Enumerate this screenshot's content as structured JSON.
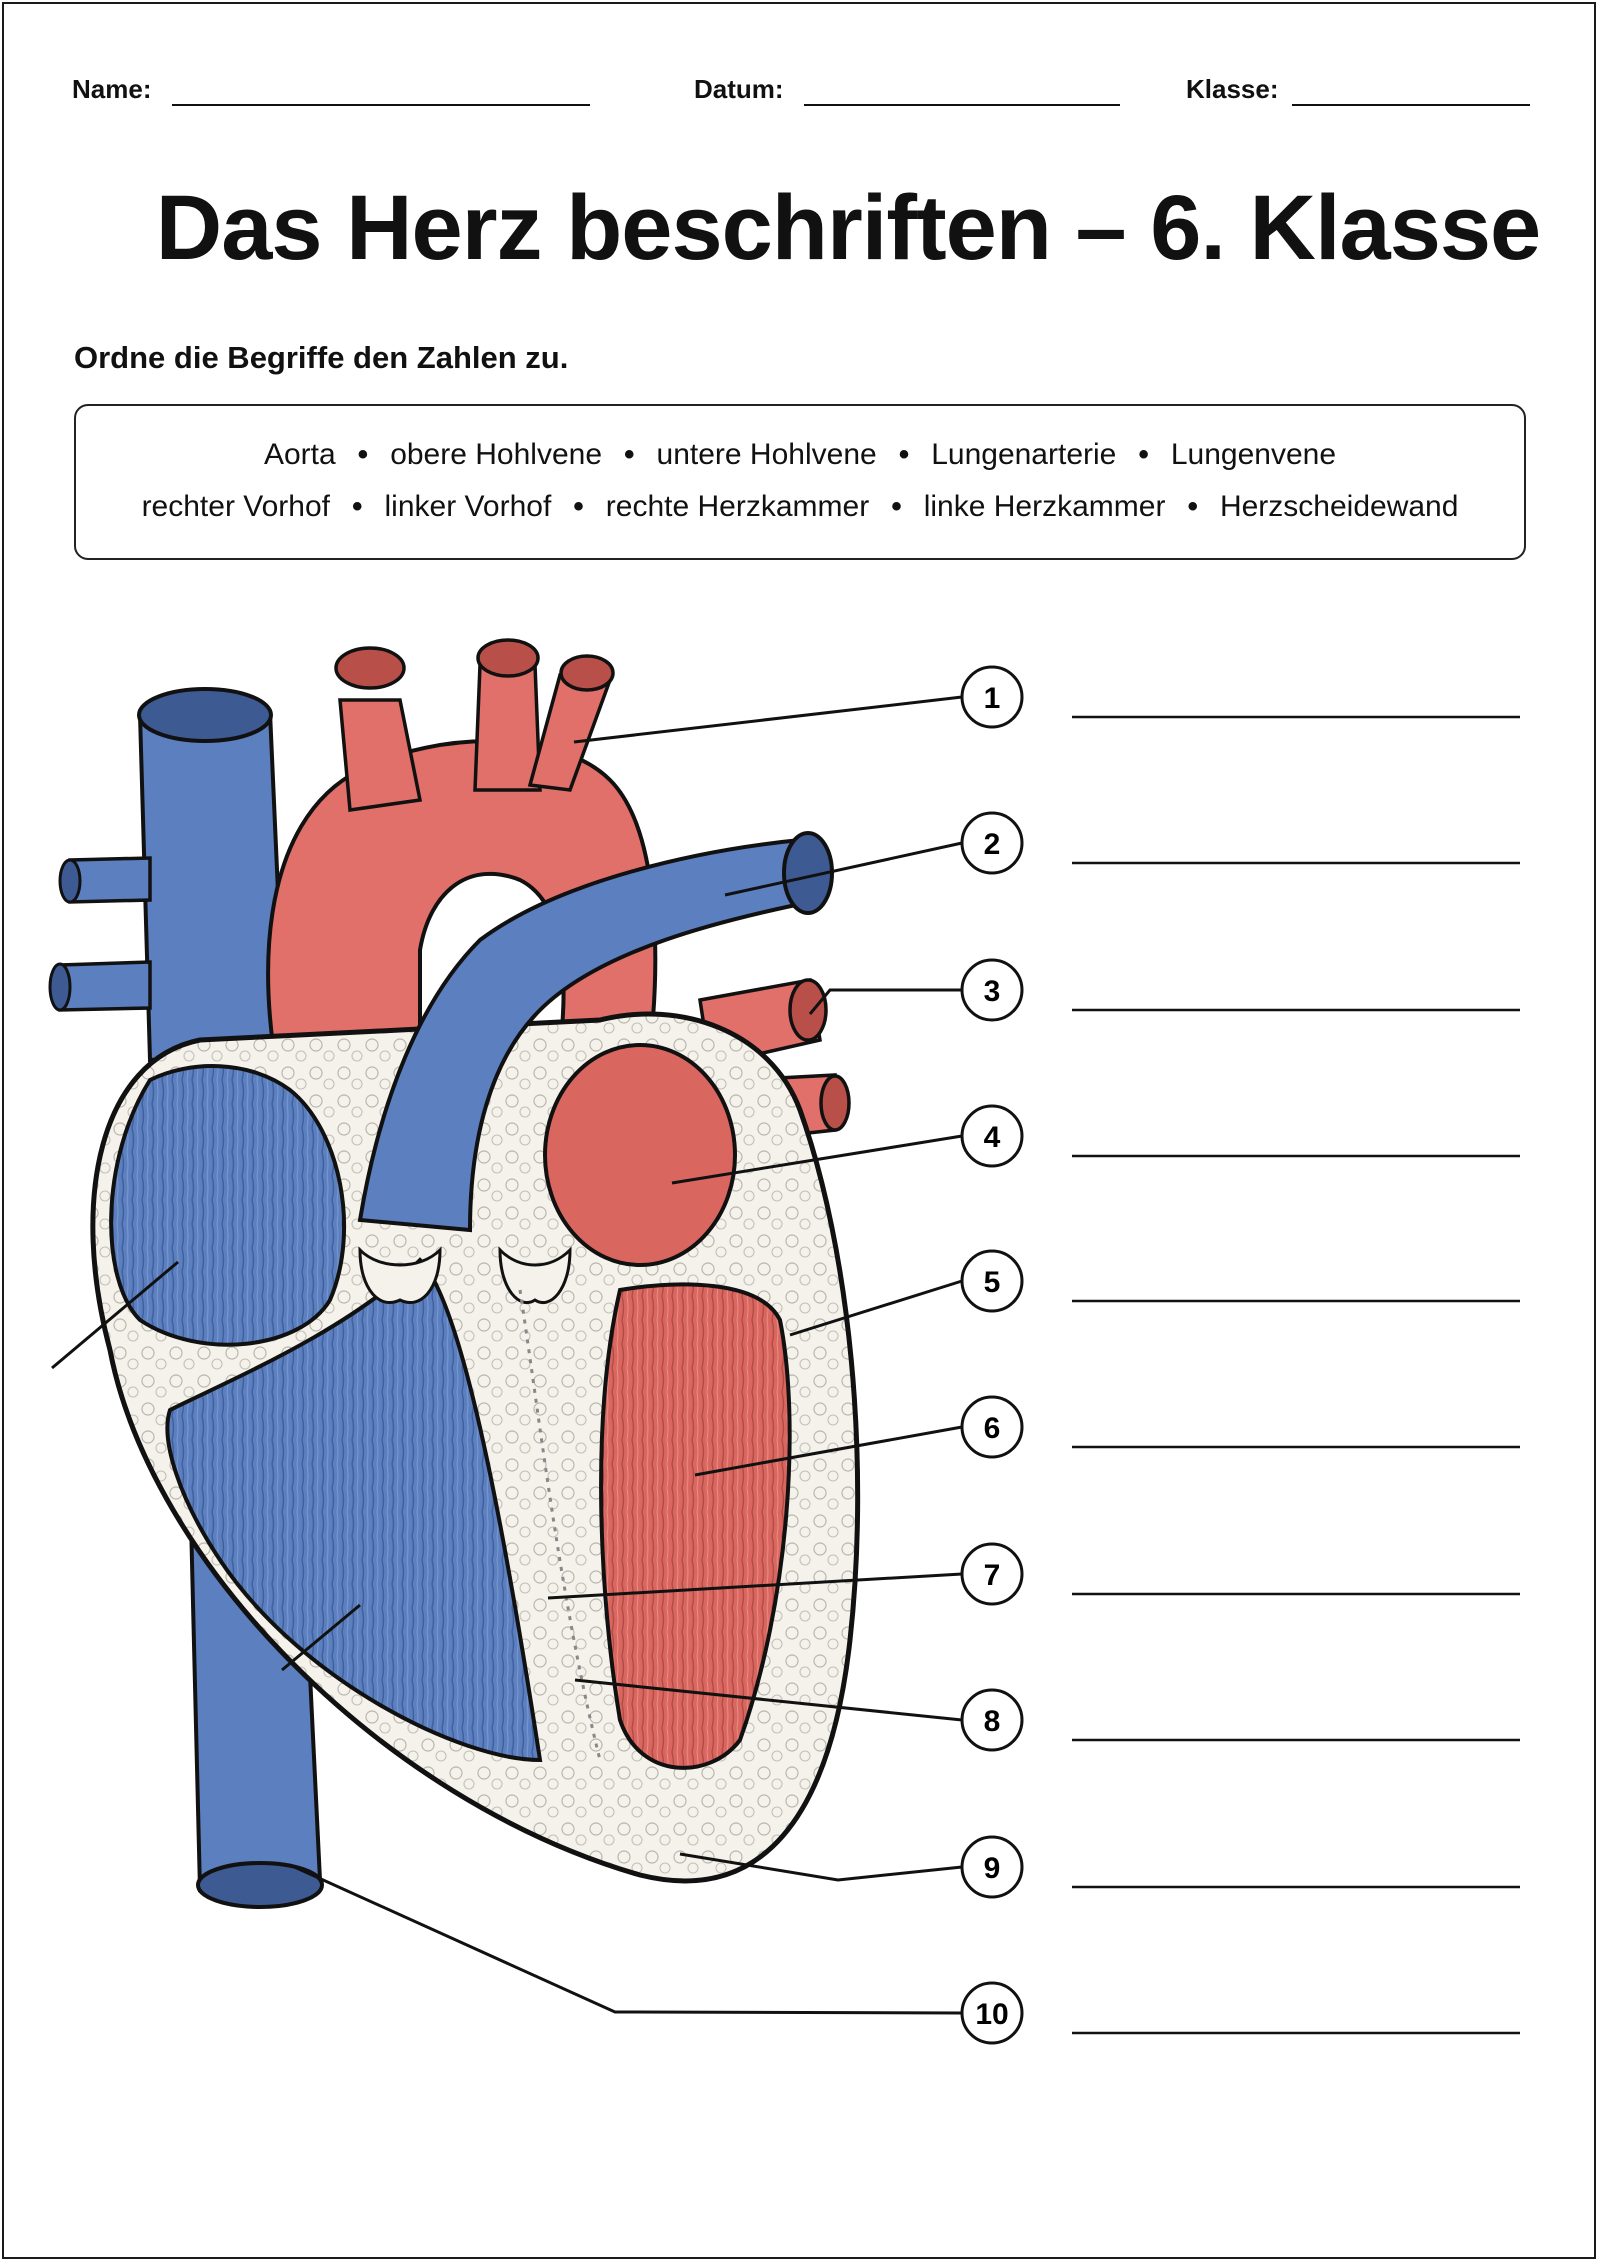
{
  "header": {
    "name_label": "Name:",
    "date_label": "Datum:",
    "class_label": "Klasse:"
  },
  "title": "Das Herz beschriften – 6. Klasse",
  "instruction": "Ordne die Begriffe den Zahlen zu.",
  "word_bank": {
    "row1": [
      "Aorta",
      "obere Hohlvene",
      "untere Hohlvene",
      "Lungenarterie",
      "Lungenvene"
    ],
    "row2": [
      "rechter Vorhof",
      "linker Vorhof",
      "rechte Herzkammer",
      "linke Herzkammer",
      "Herzscheidewand"
    ],
    "separator": "•"
  },
  "labels": [
    "1",
    "2",
    "3",
    "4",
    "5",
    "6",
    "7",
    "8",
    "9",
    "10"
  ],
  "colors": {
    "blood_blue": "#5b7fbf",
    "blood_red": "#e07069",
    "muscle_wall": "#f3f1ea",
    "ink": "#111111"
  }
}
